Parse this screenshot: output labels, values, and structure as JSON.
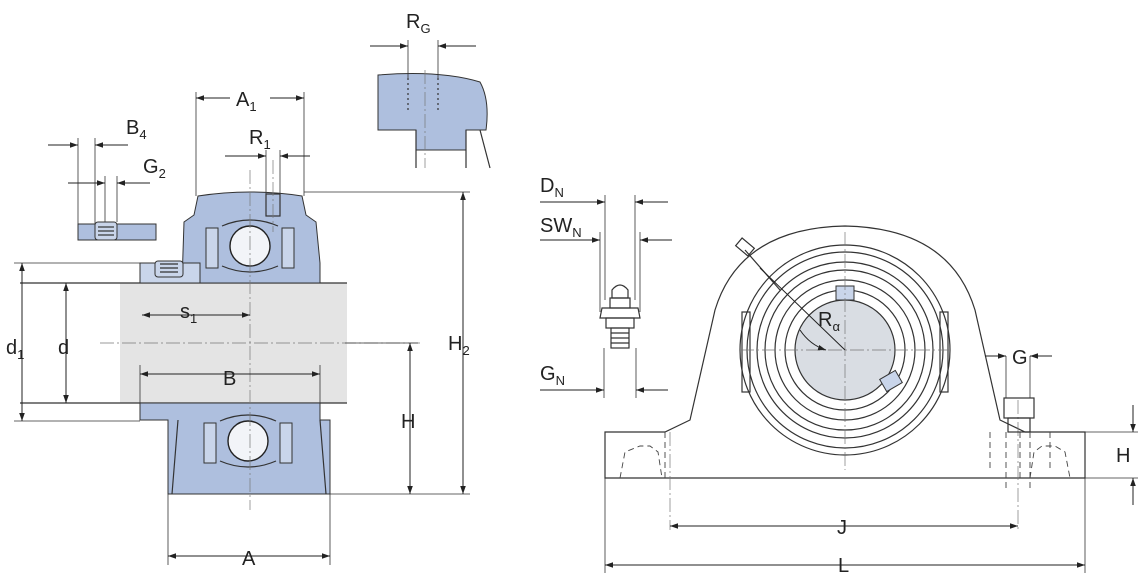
{
  "labels": {
    "RG": {
      "main": "R",
      "sub": "G"
    },
    "A1": {
      "main": "A",
      "sub": "1"
    },
    "B4": {
      "main": "B",
      "sub": "4"
    },
    "R1": {
      "main": "R",
      "sub": "1"
    },
    "G2": {
      "main": "G",
      "sub": "2"
    },
    "s1": {
      "main": "s",
      "sub": "1"
    },
    "d1": {
      "main": "d",
      "sub": "1"
    },
    "d": {
      "main": "d",
      "sub": ""
    },
    "B": {
      "main": "B",
      "sub": ""
    },
    "H2": {
      "main": "H",
      "sub": "2"
    },
    "H_left": {
      "main": "H",
      "sub": ""
    },
    "A": {
      "main": "A",
      "sub": ""
    },
    "DN": {
      "main": "D",
      "sub": "N"
    },
    "SWN": {
      "main": "SW",
      "sub": "N"
    },
    "GN": {
      "main": "G",
      "sub": "N"
    },
    "Ra": {
      "main": "R",
      "sub": "α"
    },
    "G": {
      "main": "G",
      "sub": ""
    },
    "H_right": {
      "main": "H",
      "sub": ""
    },
    "J": {
      "main": "J",
      "sub": ""
    },
    "L": {
      "main": "L",
      "sub": ""
    }
  },
  "colors": {
    "housing": "#aebfde",
    "shaft": "#e4e4e4",
    "lines": "#222222"
  }
}
